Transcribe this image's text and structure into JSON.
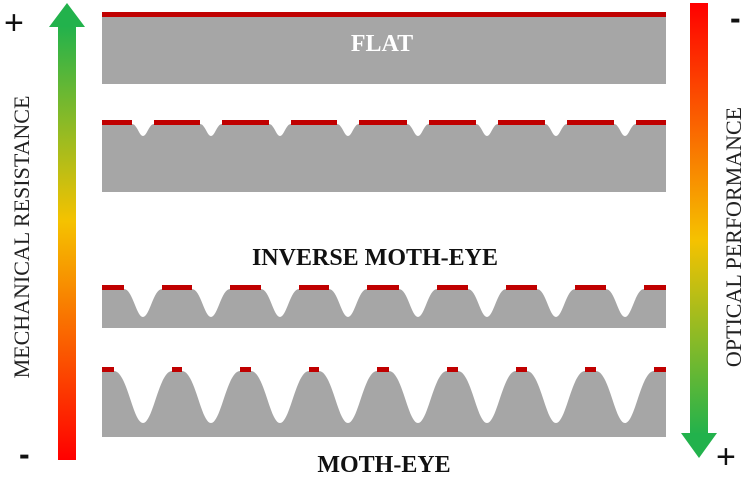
{
  "diagram": {
    "panels": [
      {
        "id": "flat",
        "label": "FLAT",
        "label_color": "#ffffff",
        "dip_depth": 0
      },
      {
        "id": "inverse-moth-eye-shallow",
        "label": "",
        "dip_depth": 16
      },
      {
        "id": "inverse-moth-eye-deep",
        "label": "",
        "dip_depth": 32
      },
      {
        "id": "moth-eye",
        "label": "",
        "dip_depth": 54
      }
    ],
    "labels": {
      "flat": "FLAT",
      "inverse_moth_eye": "INVERSE MOTH-EYE",
      "moth_eye": "MOTH-EYE"
    },
    "left_axis": {
      "label": "MECHANICAL RESISTANCE",
      "top_sign": "+",
      "bottom_sign": "-",
      "direction": "up",
      "gradient": [
        "#22b24c",
        "#f5c200",
        "#ff0000"
      ]
    },
    "right_axis": {
      "label": "OPTICAL PERFORMANCE",
      "top_sign": "-",
      "bottom_sign": "+",
      "direction": "down",
      "gradient": [
        "#ff0000",
        "#f5c200",
        "#22b24c"
      ]
    },
    "colors": {
      "substrate": "#a6a6a6",
      "coating": "#c00000",
      "text": "#111111"
    },
    "dip_count": 8
  }
}
